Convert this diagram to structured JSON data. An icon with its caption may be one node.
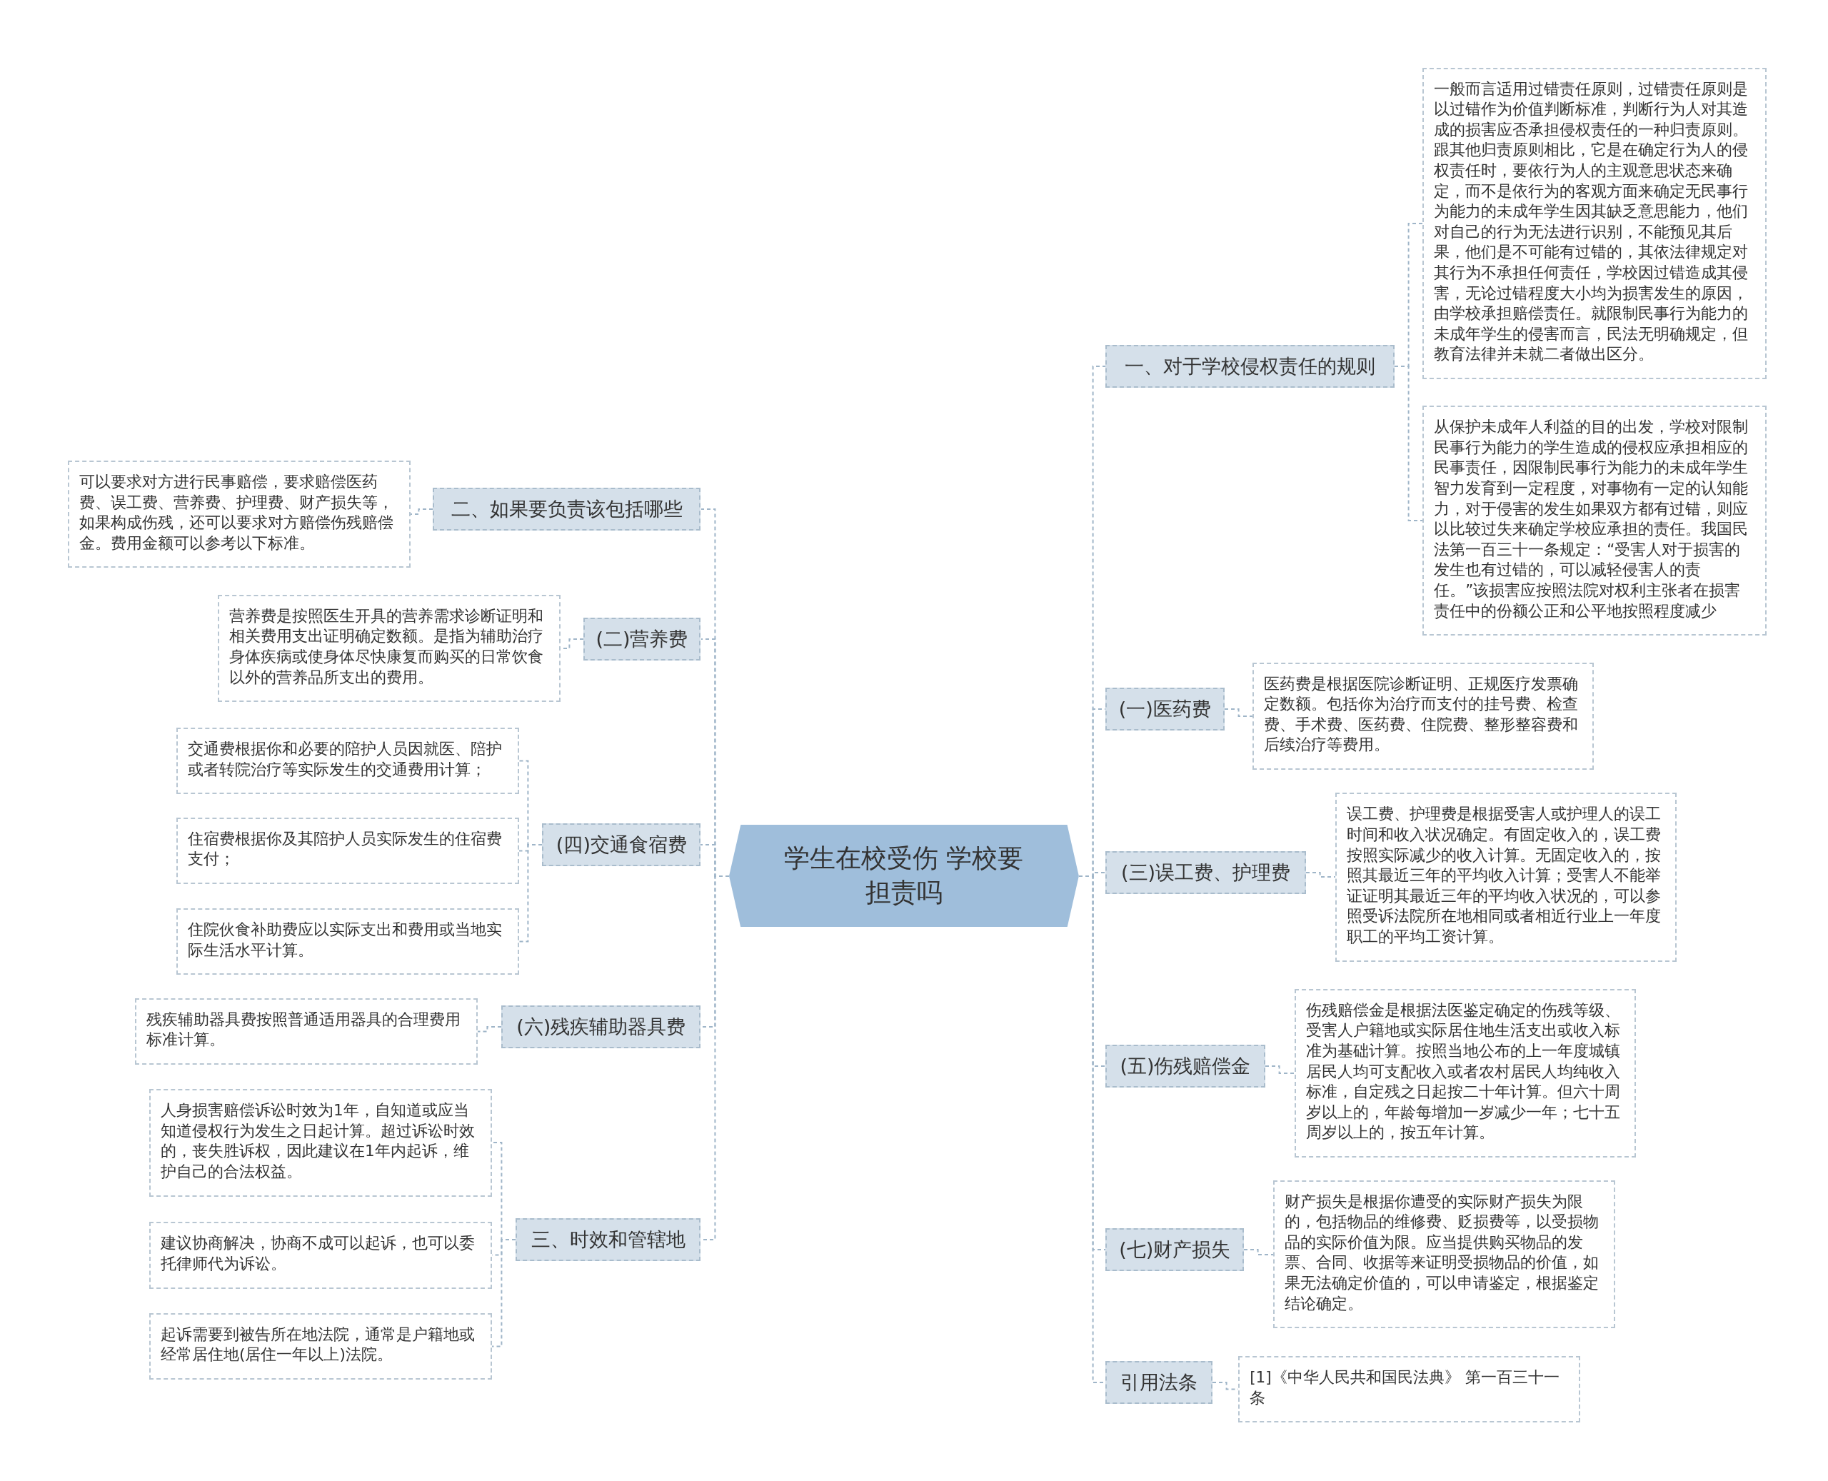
{
  "diagram": {
    "nodes": [
      {
        "text": [
          "学生在校受伤 学校要担责吗"
        ]
      },
      {
        "text": [
          "一、对于学校侵权责任的规则"
        ]
      },
      {
        "text": [
          "一般而言适用过错责任原则，过错责任原则是以过错作为价值判断标准，判断行为人对其造成的损害应否承担侵权责任的一种归责原则。跟其他归责原则相比，它是在确定行为人的侵权责任时，要依行为人的主观意思状态来确定，而不是依行为的客观方面来确定无民事行为能力的未成年学生因其缺乏意思能力，他们对自己的行为无法进行识别，不能预见其后果，他们是不可能有过错的，其依法律规定对其行为不承担任何责任，学校因过错造成其侵害，无论过错程度大小均为损害发生的原因，由学校承担赔偿责任。就限制民事行为能力的未成年学生的侵害而言，民法无明确规定，但教育法律并未就二者做出区分。"
        ]
      },
      {
        "text": [
          "从保护未成年人利益的目的出发，学校对限制民事行为能力的学生造成的侵权应承担相应的民事责任，因限制民事行为能力的未成年学生智力发育到一定程度，对事物有一定的认知能力，对于侵害的发生如果双方都有过错，则应以比较过失来确定学校应承担的责任。我国民法第一百三十一条规定：“受害人对于损害的发生也有过错的，可以减轻侵害人的责任。”该损害应按照法院对权利主张者在损害责任中的份额公正和公平地按照程度减少"
        ]
      },
      {
        "text": [
          "(一)医药费"
        ]
      },
      {
        "text": [
          "医药费是根据医院诊断证明、正规医疗发票确定数额。包括你为治疗而支付的挂号费、检查费、手术费、医药费、住院费、整形整容费和后续治疗等费用。"
        ]
      },
      {
        "text": [
          "(三)误工费、护理费"
        ]
      },
      {
        "text": [
          "误工费、护理费是根据受害人或护理人的误工时间和收入状况确定。有固定收入的，误工费按照实际减少的收入计算。无固定收入的，按照其最近三年的平均收入计算；受害人不能举证证明其最近三年的平均收入状况的，可以参照受诉法院所在地相同或者相近行业上一年度职工的平均工资计算。"
        ]
      },
      {
        "text": [
          "(五)伤残赔偿金"
        ]
      },
      {
        "text": [
          "伤残赔偿金是根据法医鉴定确定的伤残等级、受害人户籍地或实际居住地生活支出或收入标准为基础计算。按照当地公布的上一年度城镇居民人均可支配收入或者农村居民人均纯收入标准，自定残之日起按二十年计算。但六十周岁以上的，年龄每增加一岁减少一年；七十五周岁以上的，按五年计算。"
        ]
      },
      {
        "text": [
          "(七)财产损失"
        ]
      },
      {
        "text": [
          "财产损失是根据你遭受的实际财产损失为限的，包括物品的维修费、贬损费等，以受损物品的实际价值为限。应当提供购买物品的发票、合同、收据等来证明受损物品的价值，如果无法确定价值的，可以申请鉴定，根据鉴定结论确定。"
        ]
      },
      {
        "text": [
          "引用法条"
        ]
      },
      {
        "text": [
          "[1]《中华人民共和国民法典》 第一百三十一条"
        ]
      },
      {
        "text": [
          "二、如果要负责该包括哪些"
        ]
      },
      {
        "text": [
          "可以要求对方进行民事赔偿，要求赔偿医药费、误工费、营养费、护理费、财产损失等，如果构成伤残，还可以要求对方赔偿伤残赔偿金。费用金额可以参考以下标准。"
        ]
      },
      {
        "text": [
          "(二)营养费"
        ]
      },
      {
        "text": [
          "营养费是按照医生开具的营养需求诊断证明和相关费用支出证明确定数额。是指为辅助治疗身体疾病或使身体尽快康复而购买的日常饮食以外的营养品所支出的费用。"
        ]
      },
      {
        "text": [
          "(四)交通食宿费"
        ]
      },
      {
        "text": [
          "交通费根据你和必要的陪护人员因就医、陪护或者转院治疗等实际发生的交通费用计算；"
        ]
      },
      {
        "text": [
          "住宿费根据你及其陪护人员实际发生的住宿费支付；"
        ]
      },
      {
        "text": [
          "住院伙食补助费应以实际支出和费用或当地实际生活水平计算。"
        ]
      },
      {
        "text": [
          "(六)残疾辅助器具费"
        ]
      },
      {
        "text": [
          "残疾辅助器具费按照普通适用器具的合理费用标准计算。"
        ]
      },
      {
        "text": [
          "三、时效和管辖地"
        ]
      },
      {
        "text": [
          "人身损害赔偿诉讼时效为1年，自知道或应当知道侵权行为发生之日起计算。超过诉讼时效的，丧失胜诉权，因此建议在1年内起诉，维护自己的合法权益。"
        ]
      },
      {
        "text": [
          "建议协商解决，协商不成可以起诉，也可以委托律师代为诉讼。"
        ]
      },
      {
        "text": [
          "起诉需要到被告所在地法院，通常是户籍地或经常居住地(居住一年以上)法院。"
        ]
      }
    ],
    "edges": [
      {
        "from": 0,
        "to": 1,
        "arrow": "none"
      },
      {
        "from": 1,
        "to": 2,
        "arrow": "none"
      },
      {
        "from": 1,
        "to": 3,
        "arrow": "none"
      },
      {
        "from": 0,
        "to": 4,
        "arrow": "none"
      },
      {
        "from": 4,
        "to": 5,
        "arrow": "none"
      },
      {
        "from": 0,
        "to": 6,
        "arrow": "none"
      },
      {
        "from": 6,
        "to": 7,
        "arrow": "none"
      },
      {
        "from": 0,
        "to": 8,
        "arrow": "none"
      },
      {
        "from": 8,
        "to": 9,
        "arrow": "none"
      },
      {
        "from": 0,
        "to": 10,
        "arrow": "none"
      },
      {
        "from": 10,
        "to": 11,
        "arrow": "none"
      },
      {
        "from": 0,
        "to": 12,
        "arrow": "none"
      },
      {
        "from": 12,
        "to": 13,
        "arrow": "none"
      },
      {
        "from": 0,
        "to": 14,
        "arrow": "none"
      },
      {
        "from": 14,
        "to": 15,
        "arrow": "none"
      },
      {
        "from": 0,
        "to": 16,
        "arrow": "none"
      },
      {
        "from": 16,
        "to": 17,
        "arrow": "none"
      },
      {
        "from": 0,
        "to": 18,
        "arrow": "none"
      },
      {
        "from": 18,
        "to": 19,
        "arrow": "none"
      },
      {
        "from": 18,
        "to": 20,
        "arrow": "none"
      },
      {
        "from": 18,
        "to": 21,
        "arrow": "none"
      },
      {
        "from": 0,
        "to": 22,
        "arrow": "none"
      },
      {
        "from": 22,
        "to": 23,
        "arrow": "none"
      },
      {
        "from": 0,
        "to": 24,
        "arrow": "none"
      },
      {
        "from": 24,
        "to": 25,
        "arrow": "none"
      },
      {
        "from": 24,
        "to": 26,
        "arrow": "none"
      },
      {
        "from": 24,
        "to": 27,
        "arrow": "none"
      }
    ]
  }
}
